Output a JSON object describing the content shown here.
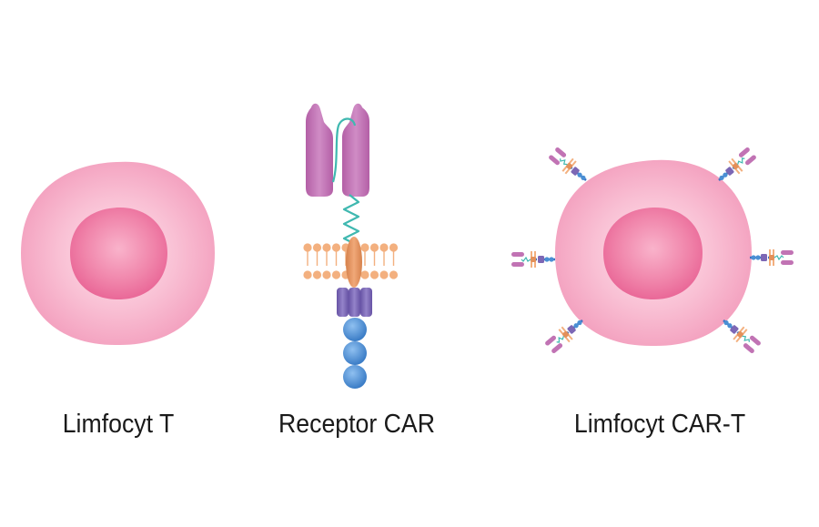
{
  "labels": {
    "t_cell": "Limfocyt T",
    "car_receptor": "Receptor CAR",
    "car_t_cell": "Limfocyt CAR-T"
  },
  "colors": {
    "cell_outer": "#f5a9c4",
    "cell_outer_light": "#fbd3e1",
    "nucleus": "#ee6f9b",
    "nucleus_light": "#f7a8c3",
    "scfv": "#c173b4",
    "linker": "#3fb8b0",
    "membrane_head": "#f3b07f",
    "transmembrane": "#e3905a",
    "costim_domain": "#7c67b5",
    "signal_domain": "#4a8fd4",
    "caption_text": "#1a1a1a"
  },
  "icons": [
    "t-cell-icon",
    "car-receptor-icon",
    "car-t-cell-icon"
  ]
}
